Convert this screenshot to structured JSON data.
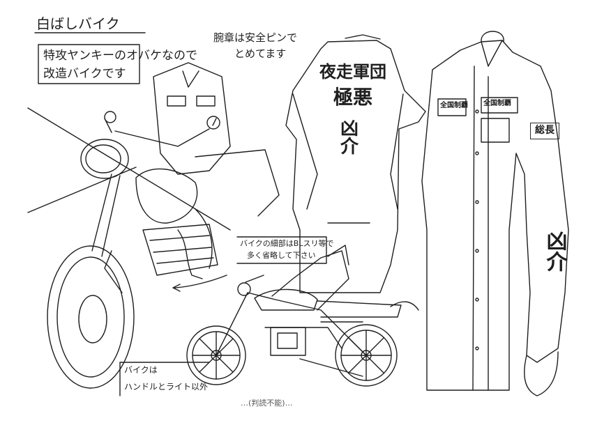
{
  "header": {
    "title": "白ばしバイク"
  },
  "notes": {
    "main_line1": "特攻ヤンキーのオバケなので",
    "main_line2": "改造バイクです",
    "armband_line1": "腕章は安全ピンで",
    "armband_line2": "とめてます",
    "detail_line1": "バイクの細部はBLスリ等で",
    "detail_line2": "多く省略して下さい",
    "bike_line1": "バイクは",
    "bike_line2": "ハンドルとライト以外",
    "bottom_scribble": "…(判読不能)…"
  },
  "embroidery": {
    "back_line1": "夜走軍団",
    "back_line2": "極悪",
    "back_line3": "凶介",
    "sleeve_side": "凶介"
  },
  "patches": {
    "chest_left": "全国制覇",
    "chest_right": "全国制覇",
    "armband": "総長"
  },
  "colors": {
    "ink": "#1e1e1e",
    "paper": "#ffffff"
  }
}
